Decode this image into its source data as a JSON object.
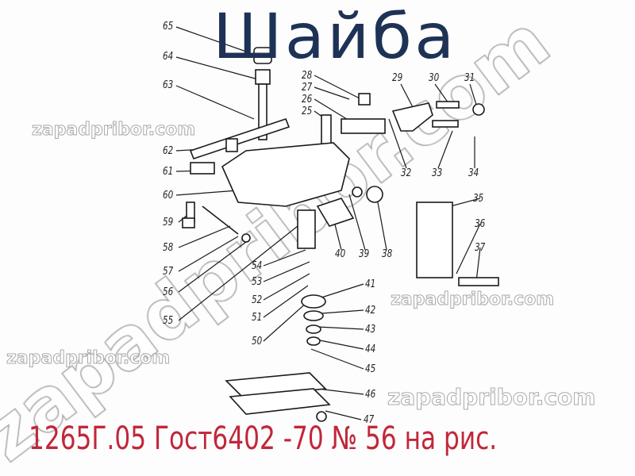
{
  "title": "Шайба",
  "caption": "1265Г.05 Гост6402 -70 № 56 на рис.",
  "watermark": "zapadpribor.com",
  "colors": {
    "title": "#1e3256",
    "caption": "#c1273a",
    "watermark_outline": "#9a9a9a",
    "drawing": "#1a1a1a"
  },
  "labels": [
    "65",
    "64",
    "63",
    "28",
    "27",
    "26",
    "25",
    "29",
    "30",
    "31",
    "62",
    "61",
    "60",
    "59",
    "58",
    "57",
    "56",
    "55",
    "54",
    "53",
    "52",
    "51",
    "50",
    "32",
    "33",
    "34",
    "35",
    "36",
    "37",
    "38",
    "39",
    "40",
    "41",
    "42",
    "43",
    "44",
    "45",
    "46",
    "47"
  ]
}
